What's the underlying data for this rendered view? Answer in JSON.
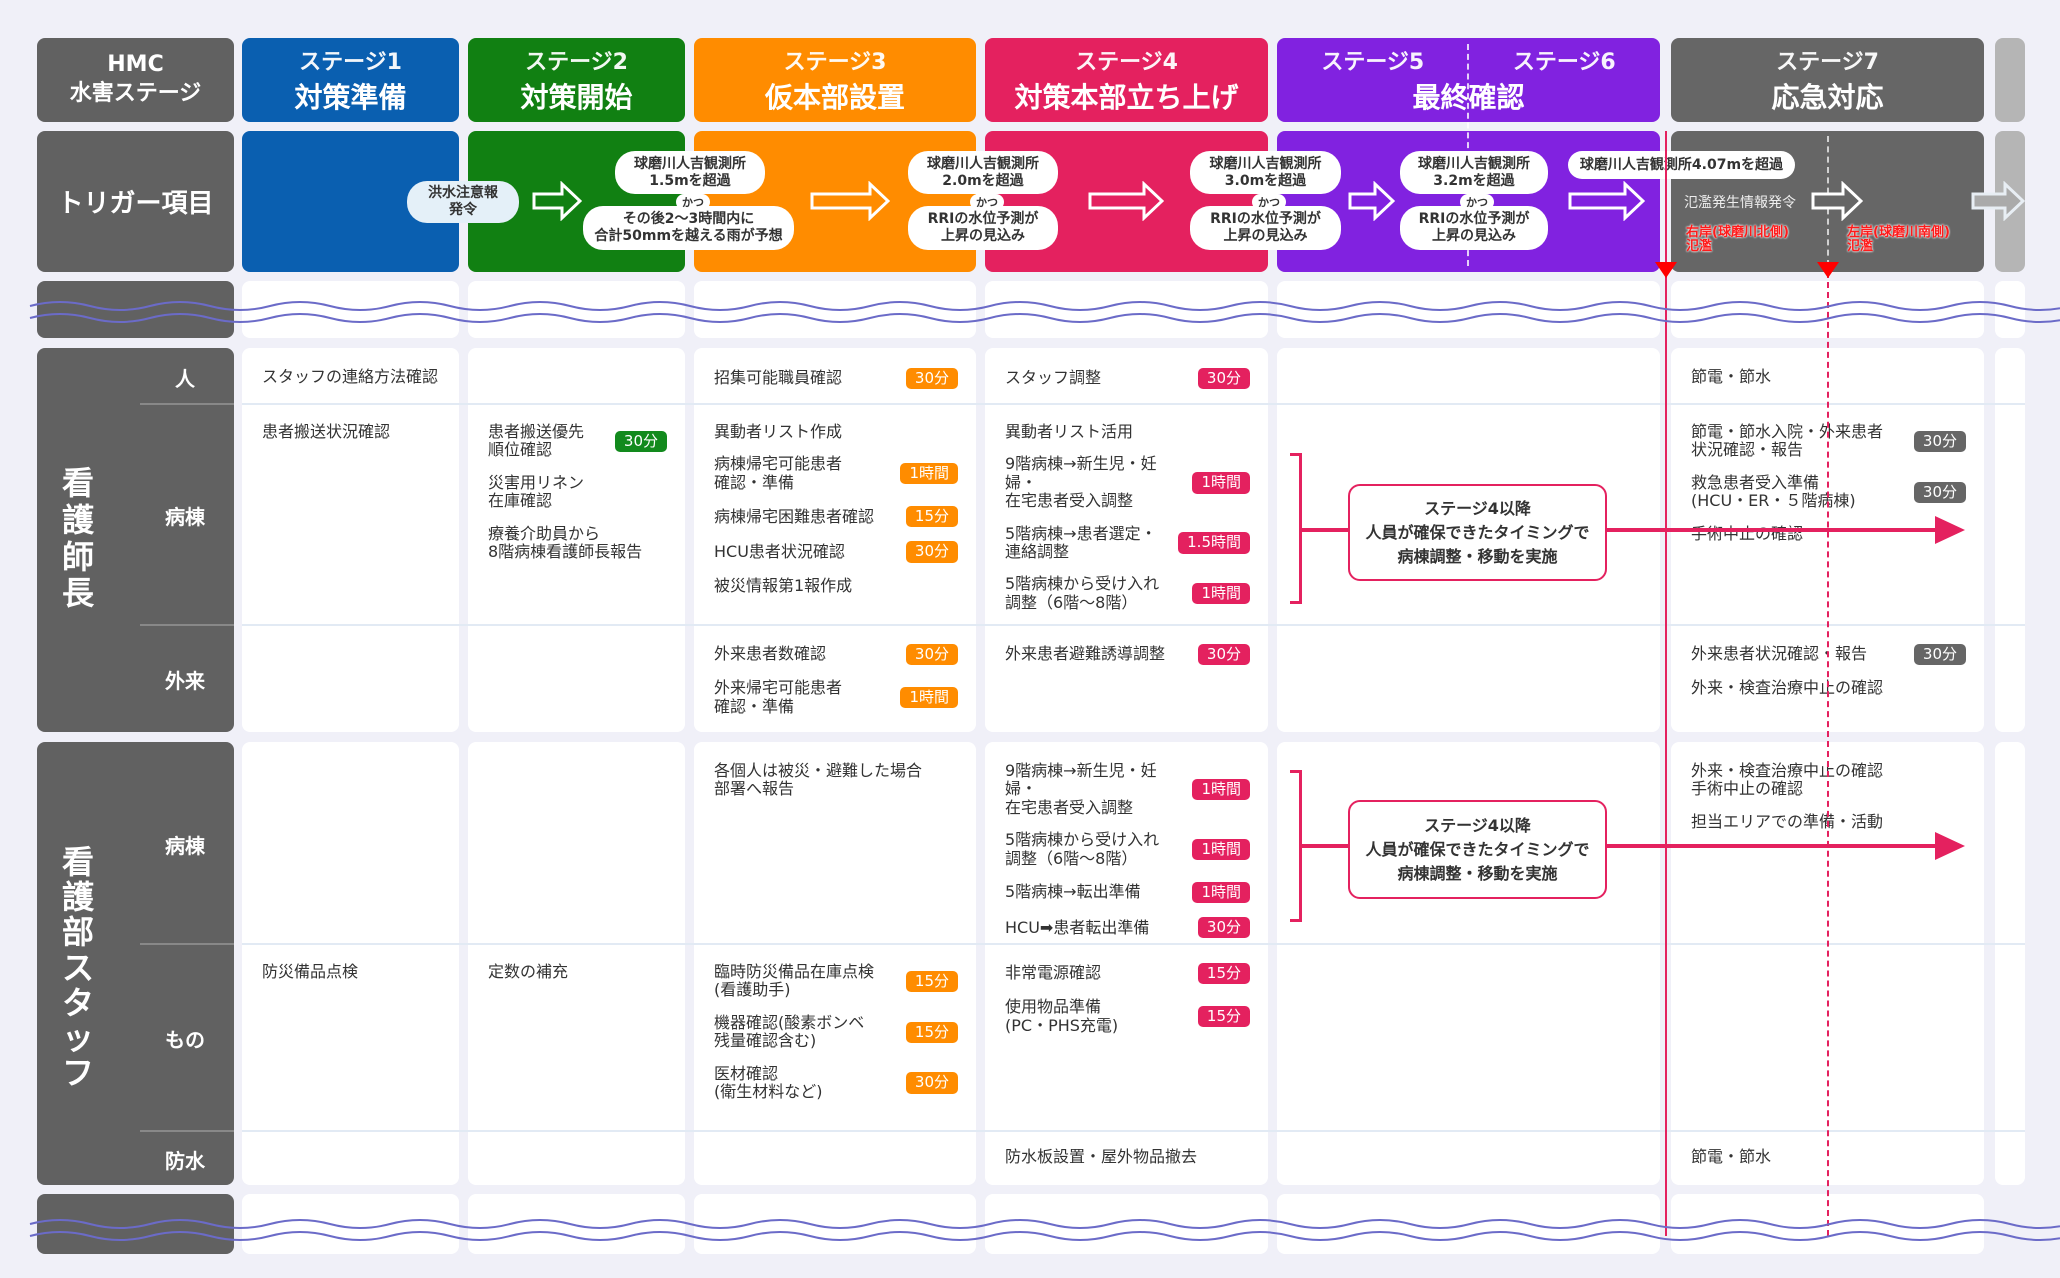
{
  "header": {
    "label": "HMC\n水害ステージ",
    "trigger_label": "トリガー項目",
    "stages": [
      {
        "num": "ステージ1",
        "title": "対策準備",
        "color": "#0a5fb0"
      },
      {
        "num": "ステージ2",
        "title": "対策開始",
        "color": "#118012"
      },
      {
        "num": "ステージ3",
        "title": "仮本部設置",
        "color": "#ff8c00"
      },
      {
        "num": "ステージ4",
        "title": "対策本部立ち上げ",
        "color": "#e4215f"
      },
      {
        "num": "ステージ5",
        "num2": "ステージ6",
        "title": "最終確認",
        "color": "#8122e0"
      },
      {
        "num": "ステージ7",
        "title": "応急対応",
        "color": "#666666"
      }
    ]
  },
  "triggers": {
    "t1": "洪水注意報\n発令",
    "t2a": "球磨川人吉観測所\n1.5mを超過",
    "t2b": "その後2～3時間内に\n合計50mmを越える雨が予想",
    "t3a": "球磨川人吉観測所\n2.0mを超過",
    "t3b": "RRIの水位予測が\n上昇の見込み",
    "t4a": "球磨川人吉観測所\n3.0mを超過",
    "t4b": "RRIの水位予測が\n上昇の見込み",
    "t5a": "球磨川人吉観測所\n3.2mを超過",
    "t5b": "RRIの水位予測が\n上昇の見込み",
    "and": "かつ",
    "t6": "球磨川人吉観測所4.07mを超過",
    "t7": "氾濫発生情報発令",
    "right_bank": "右岸(球磨川北側)\n氾濫",
    "left_bank": "左岸(球磨川南側)\n氾濫"
  },
  "groups": {
    "chief": "看\n護\n師\n長",
    "staff": "看\n護\n部\nス\nタ\nッ\nフ"
  },
  "rows": {
    "person": "人",
    "ward": "病棟",
    "outpatient": "外来",
    "ward2": "病棟",
    "things": "もの",
    "waterproof": "防水"
  },
  "callout": "ステージ4以降\n人員が確保できたタイミングで\n病棟調整・移動を実施",
  "cells": {
    "person": {
      "0": [
        {
          "t": "スタッフの連絡方法確認"
        }
      ],
      "2": [
        {
          "t": "招集可能職員確認",
          "b": "30分"
        }
      ],
      "3": [
        {
          "t": "スタッフ調整",
          "b": "30分"
        }
      ],
      "5": [
        {
          "t": "節電・節水"
        }
      ]
    },
    "ward": {
      "0": [
        {
          "t": "患者搬送状況確認"
        }
      ],
      "1": [
        {
          "t": "患者搬送優先\n順位確認",
          "b": "30分"
        },
        {
          "t": "災害用リネン\n在庫確認"
        },
        {
          "t": "療養介助員から\n8階病棟看護師長報告"
        }
      ],
      "2": [
        {
          "t": "異動者リスト作成"
        },
        {
          "t": "病棟帰宅可能患者\n確認・準備",
          "b": "1時間"
        },
        {
          "t": "病棟帰宅困難患者確認",
          "b": "15分"
        },
        {
          "t": "HCU患者状況確認",
          "b": "30分"
        },
        {
          "t": "被災情報第1報作成"
        }
      ],
      "3": [
        {
          "t": "異動者リスト活用"
        },
        {
          "t": "9階病棟→新生児・妊婦・\n在宅患者受入調整",
          "b": "1時間"
        },
        {
          "t": "5階病棟→患者選定・\n連絡調整",
          "b": "1.5時間"
        },
        {
          "t": "5階病棟から受け入れ\n調整（6階～8階）",
          "b": "1時間"
        }
      ],
      "5": [
        {
          "t": "節電・節水入院・外来患者\n状況確認・報告",
          "b": "30分"
        },
        {
          "t": "救急患者受入準備\n(HCU・ER・５階病棟)",
          "b": "30分"
        },
        {
          "t": "手術中止の確認"
        }
      ]
    },
    "outpatient": {
      "2": [
        {
          "t": "外来患者数確認",
          "b": "30分"
        },
        {
          "t": "外来帰宅可能患者\n確認・準備",
          "b": "1時間"
        }
      ],
      "3": [
        {
          "t": "外来患者避難誘導調整",
          "b": "30分"
        }
      ],
      "5": [
        {
          "t": "外来患者状況確認・報告",
          "b": "30分"
        },
        {
          "t": "外来・検査治療中止の確認"
        }
      ]
    },
    "ward2": {
      "2": [
        {
          "t": "各個人は被災・避難した場合\n部署へ報告"
        }
      ],
      "3": [
        {
          "t": "9階病棟→新生児・妊婦・\n在宅患者受入調整",
          "b": "1時間"
        },
        {
          "t": "5階病棟から受け入れ\n調整（6階～8階）",
          "b": "1時間"
        },
        {
          "t": "5階病棟→転出準備",
          "b": "1時間"
        },
        {
          "t": "HCU➡患者転出準備",
          "b": "30分"
        }
      ],
      "5": [
        {
          "t": "外来・検査治療中止の確認\n手術中止の確認"
        },
        {
          "t": "担当エリアでの準備・活動"
        }
      ]
    },
    "things": {
      "0": [
        {
          "t": "防災備品点検"
        }
      ],
      "1": [
        {
          "t": "定数の補充"
        }
      ],
      "2": [
        {
          "t": "臨時防災備品在庫点検\n(看護助手)",
          "b": "15分"
        },
        {
          "t": "機器確認(酸素ボンベ\n残量確認含む)",
          "b": "15分"
        },
        {
          "t": "医材確認\n(衛生材料など)",
          "b": "30分"
        }
      ],
      "3": [
        {
          "t": "非常電源確認",
          "b": "15分"
        },
        {
          "t": "使用物品準備\n(PC・PHS充電)",
          "b": "15分"
        }
      ]
    },
    "waterproof": {
      "3": [
        {
          "t": "防水板設置・屋外物品撤去"
        }
      ],
      "5": [
        {
          "t": "節電・節水"
        }
      ]
    }
  }
}
